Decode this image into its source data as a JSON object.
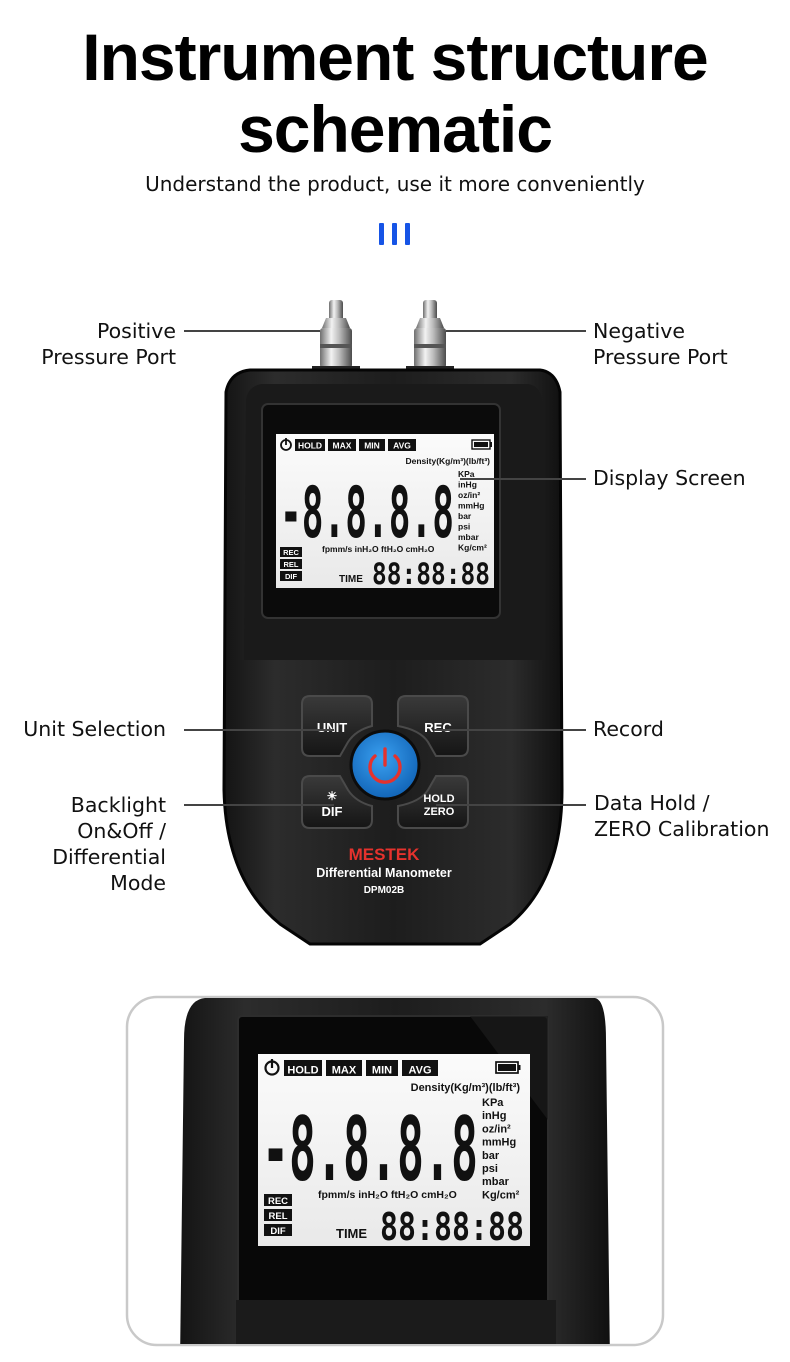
{
  "header": {
    "title_line1": "Instrument structure",
    "title_line2": "schematic",
    "subtitle": "Understand the product, use it more conveniently",
    "accent_color": "#1654e6"
  },
  "callouts": {
    "positive_port": [
      "Positive",
      "Pressure Port"
    ],
    "negative_port": [
      "Negative",
      "Pressure Port"
    ],
    "display_screen": [
      "Display Screen"
    ],
    "unit_selection": [
      "Unit Selection"
    ],
    "record": [
      "Record"
    ],
    "backlight": [
      "Backlight",
      "On&Off /",
      "Differential",
      "Mode"
    ],
    "data_hold": [
      "Data Hold /",
      "ZERO Calibration"
    ]
  },
  "device": {
    "brand": "MESTEK",
    "brand_color": "#e5322d",
    "model_name": "Differential Manometer",
    "model_code": "DPM02B",
    "buttons": {
      "unit": "UNIT",
      "rec": "REC",
      "dif_label": "DIF",
      "hold": "HOLD",
      "zero": "ZERO",
      "power_color": "#1e7fd6"
    }
  },
  "lcd": {
    "modes": [
      "HOLD",
      "MAX",
      "MIN",
      "AVG"
    ],
    "density": "Density(Kg/m³)(lb/ft³)",
    "main_reading": "-8.8.8.8",
    "units": [
      "KPa",
      "inHg",
      "oz/in²",
      "mmHg",
      "bar",
      "psi",
      "mbar",
      "Kg/cm²"
    ],
    "bottom_units": "fpmm/s  inH₂O  ftH₂O  cmH₂O",
    "side_flags": [
      "REC",
      "REL",
      "DIF"
    ],
    "time_label": "TIME",
    "time_reading": "88:88:88"
  }
}
